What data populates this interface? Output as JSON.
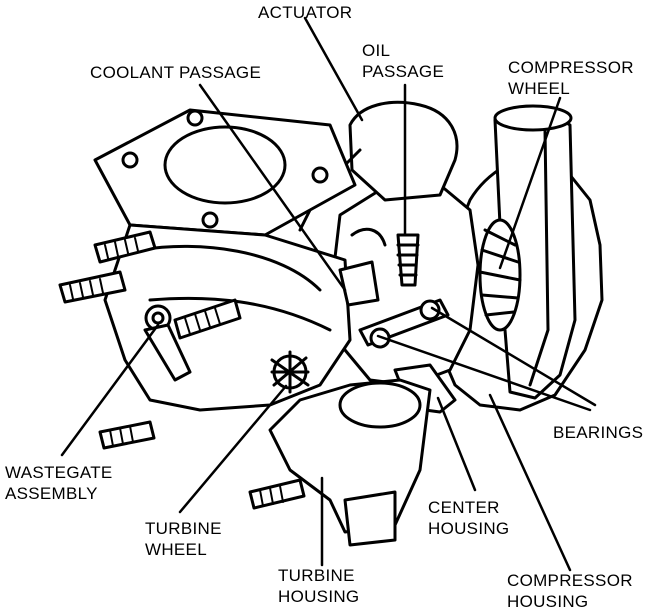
{
  "labels": {
    "actuator": "ACTUATOR",
    "coolant_passage": "COOLANT PASSAGE",
    "oil_passage": [
      "OIL",
      "PASSAGE"
    ],
    "compressor_wheel": [
      "COMPRESSOR",
      "WHEEL"
    ],
    "bearings": "BEARINGS",
    "wastegate_assembly": [
      "WASTEGATE",
      "ASSEMBLY"
    ],
    "turbine_wheel": [
      "TURBINE",
      "WHEEL"
    ],
    "turbine_housing": [
      "TURBINE",
      "HOUSING"
    ],
    "center_housing": [
      "CENTER",
      "HOUSING"
    ],
    "compressor_housing": [
      "COMPRESSOR",
      "HOUSING"
    ]
  },
  "colors": {
    "ink": "#000000",
    "paper": "#ffffff"
  }
}
